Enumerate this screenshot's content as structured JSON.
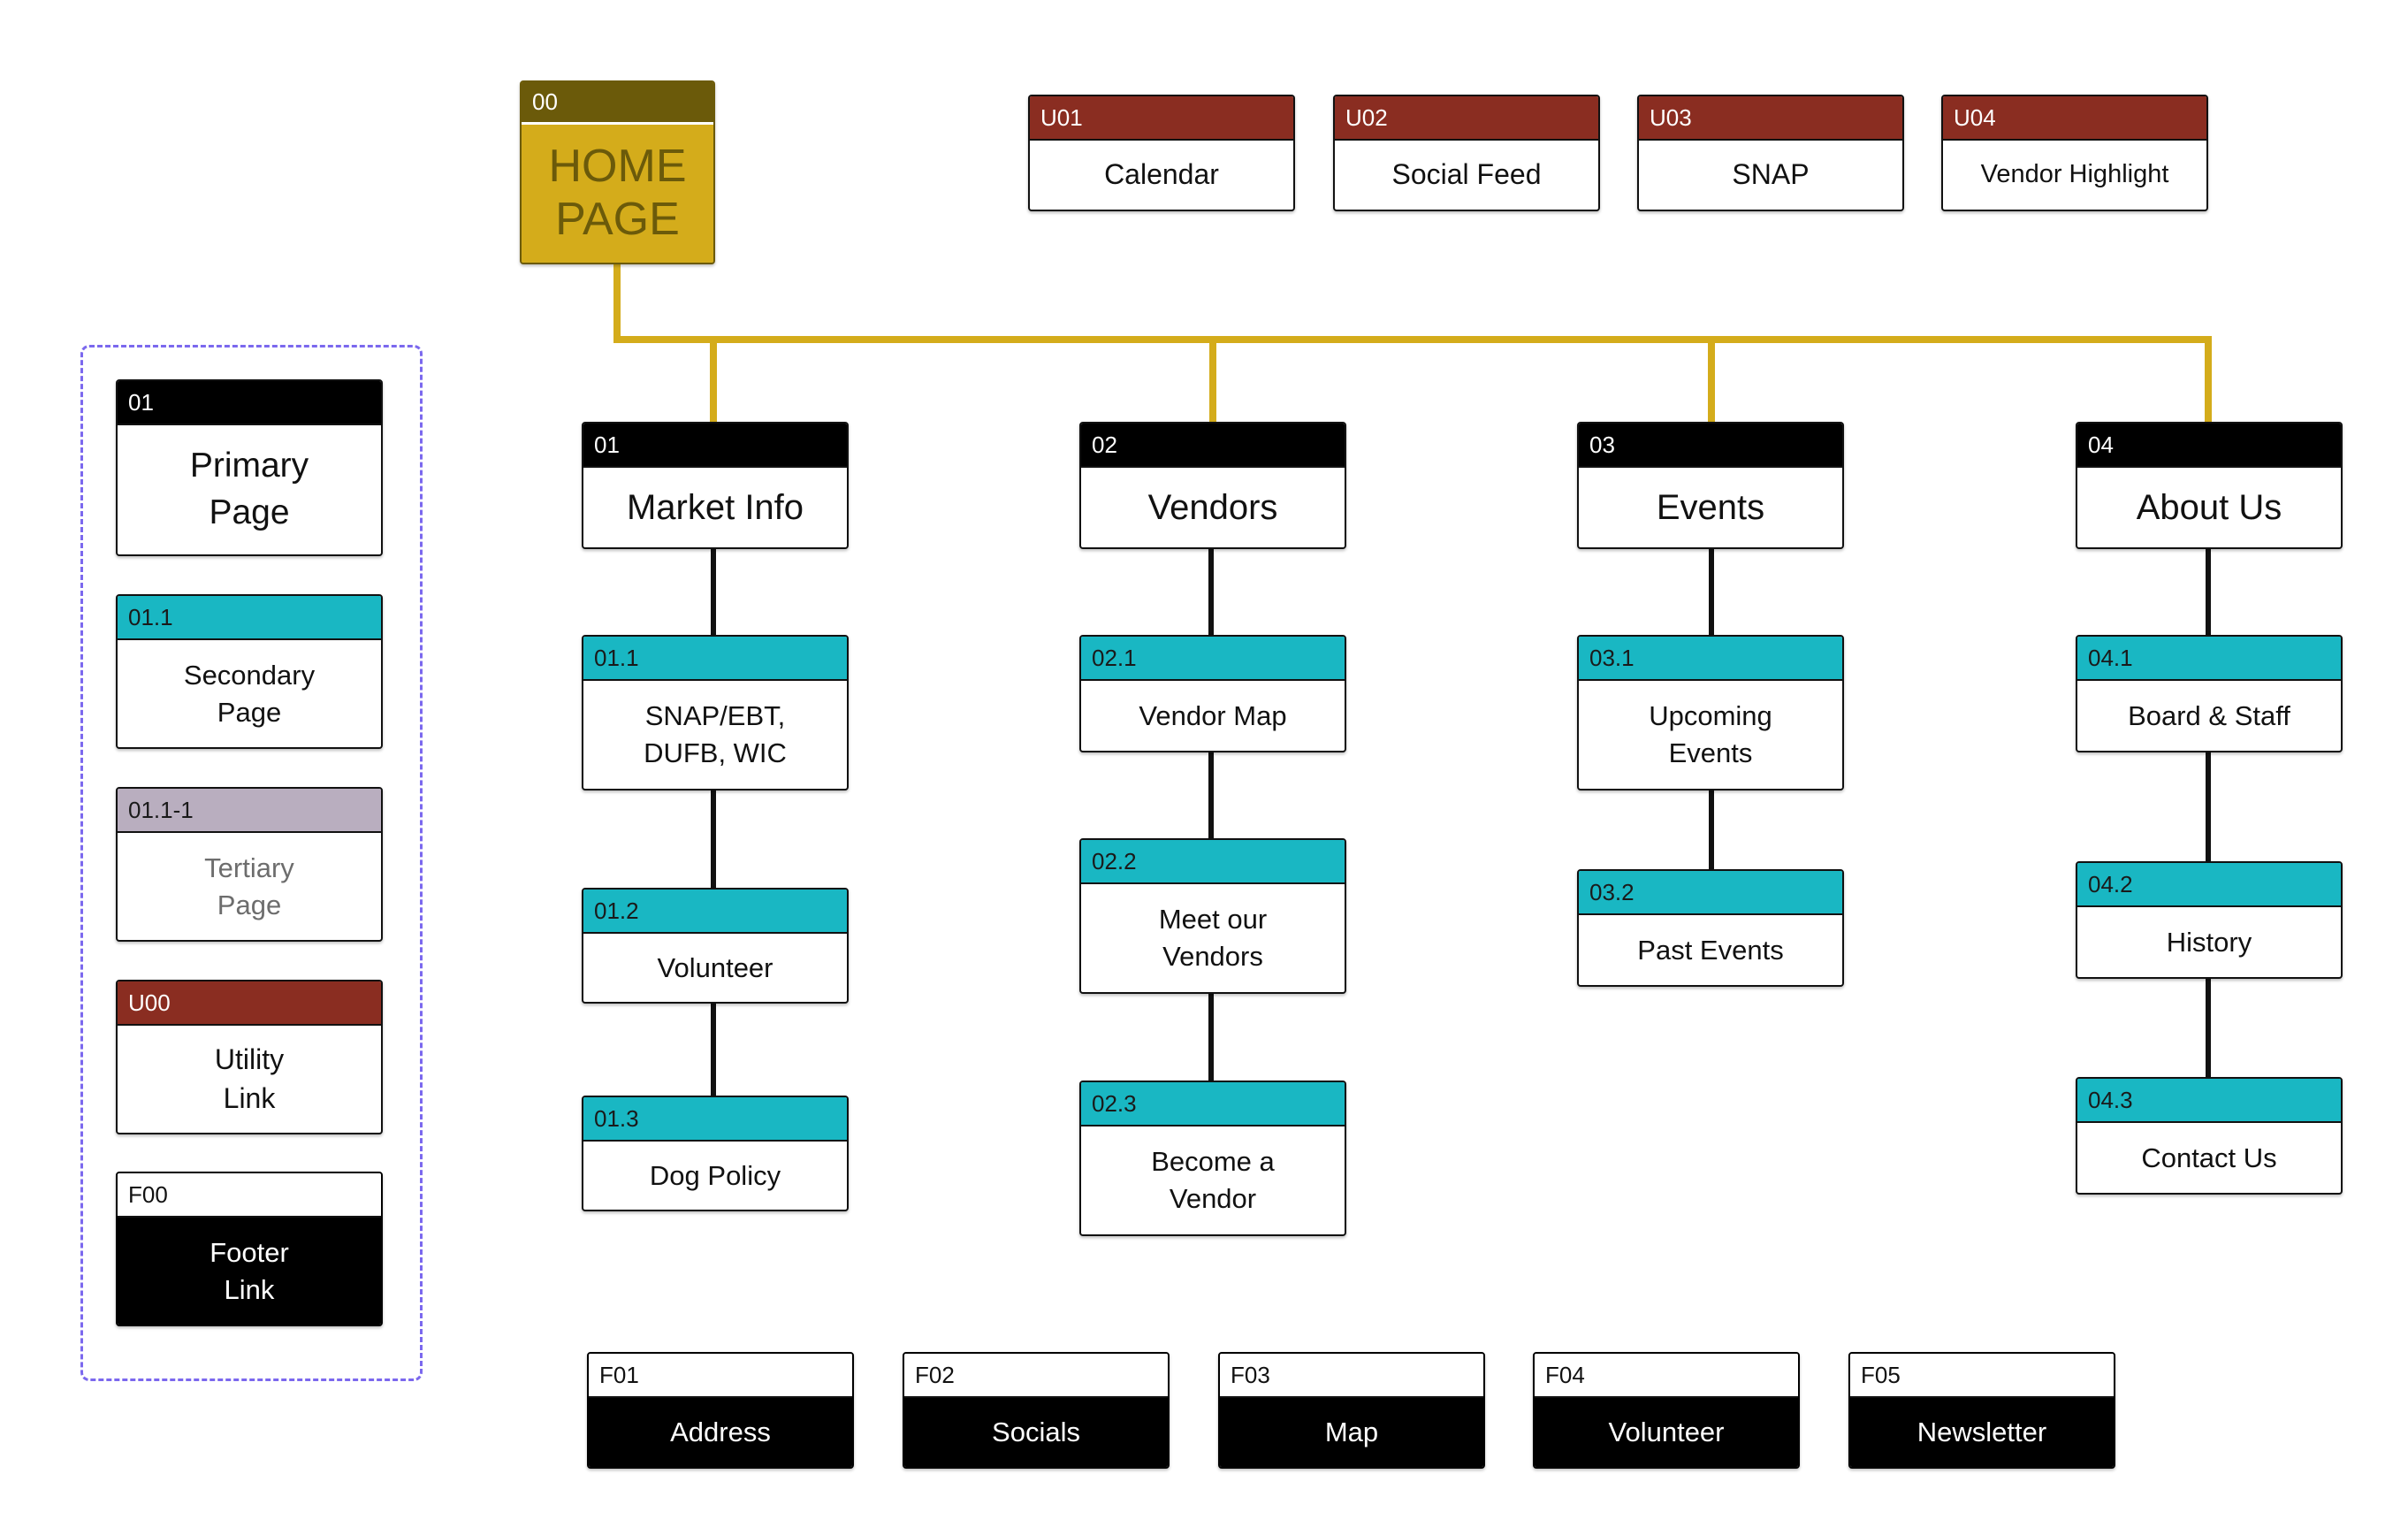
{
  "colors": {
    "home": "#d4ac1b",
    "home_dark": "#6b5a0a",
    "primary_header": "#000000",
    "secondary_header": "#19b7c3",
    "tertiary_header": "#b9aebf",
    "utility_header": "#8a2d21",
    "footer_body": "#000000",
    "connector_gold": "#d4ac1b",
    "connector_black": "#111111",
    "legend_border": "#7b68ee"
  },
  "home": {
    "code": "00",
    "label": "HOME\nPAGE"
  },
  "utility": [
    {
      "code": "U01",
      "label": "Calendar"
    },
    {
      "code": "U02",
      "label": "Social Feed"
    },
    {
      "code": "U03",
      "label": "SNAP"
    },
    {
      "code": "U04",
      "label": "Vendor Highlight"
    }
  ],
  "sections": [
    {
      "code": "01",
      "label": "Market Info",
      "children": [
        {
          "code": "01.1",
          "label": "SNAP/EBT,\nDUFB, WIC"
        },
        {
          "code": "01.2",
          "label": "Volunteer"
        },
        {
          "code": "01.3",
          "label": "Dog Policy"
        }
      ]
    },
    {
      "code": "02",
      "label": "Vendors",
      "children": [
        {
          "code": "02.1",
          "label": "Vendor Map"
        },
        {
          "code": "02.2",
          "label": "Meet our\nVendors"
        },
        {
          "code": "02.3",
          "label": "Become a\nVendor"
        }
      ]
    },
    {
      "code": "03",
      "label": "Events",
      "children": [
        {
          "code": "03.1",
          "label": "Upcoming\nEvents"
        },
        {
          "code": "03.2",
          "label": "Past Events"
        }
      ]
    },
    {
      "code": "04",
      "label": "About Us",
      "children": [
        {
          "code": "04.1",
          "label": "Board & Staff"
        },
        {
          "code": "04.2",
          "label": "History"
        },
        {
          "code": "04.3",
          "label": "Contact Us"
        }
      ]
    }
  ],
  "legend": {
    "primary": {
      "code": "01",
      "label": "Primary\nPage"
    },
    "secondary": {
      "code": "01.1",
      "label": "Secondary\nPage"
    },
    "tertiary": {
      "code": "01.1-1",
      "label": "Tertiary\nPage"
    },
    "utility": {
      "code": "U00",
      "label": "Utility\nLink"
    },
    "footer": {
      "code": "F00",
      "label": "Footer\nLink"
    }
  },
  "footer": [
    {
      "code": "F01",
      "label": "Address"
    },
    {
      "code": "F02",
      "label": "Socials"
    },
    {
      "code": "F03",
      "label": "Map"
    },
    {
      "code": "F04",
      "label": "Volunteer"
    },
    {
      "code": "F05",
      "label": "Newsletter"
    }
  ]
}
